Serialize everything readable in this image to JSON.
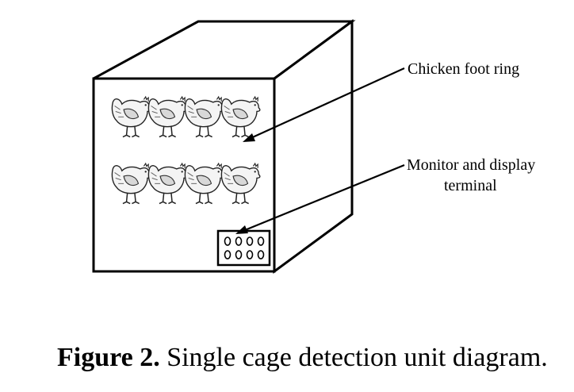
{
  "callouts": {
    "foot_ring": "Chicken foot ring",
    "monitor_line1": "Monitor and display",
    "monitor_line2": "terminal"
  },
  "caption": {
    "label": "Figure 2.",
    "text": " Single cage detection unit diagram."
  },
  "icons": {
    "chicken": "chicken-icon",
    "display": "display-terminal-icon"
  },
  "colors": {
    "line": "#000000",
    "background": "#ffffff"
  }
}
